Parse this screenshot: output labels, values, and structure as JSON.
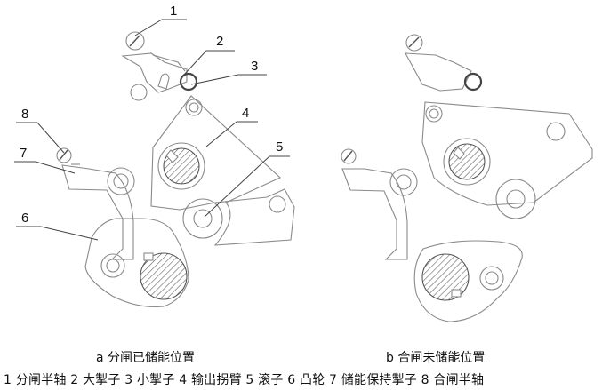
{
  "callouts": [
    "1",
    "2",
    "3",
    "4",
    "5",
    "6",
    "7",
    "8"
  ],
  "captions": {
    "a": "a  分闸已储能位置",
    "b": "b  合闸未储能位置"
  },
  "legend": "1  分闸半轴  2  大掣子  3  小掣子  4  输出拐臂  5  滚子  6 凸轮  7  储能保持掣子  8  合闸半轴"
}
